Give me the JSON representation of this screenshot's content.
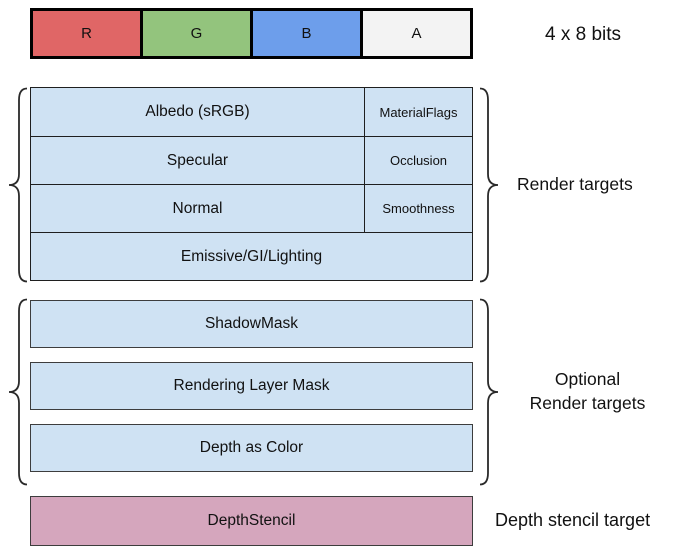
{
  "header": {
    "channels": [
      {
        "label": "R",
        "color": "#e06666"
      },
      {
        "label": "G",
        "color": "#93c47d"
      },
      {
        "label": "B",
        "color": "#6d9eeb"
      },
      {
        "label": "A",
        "color": "#f3f3f3"
      }
    ],
    "bits_label": "4 x 8 bits"
  },
  "render_targets": {
    "label": "Render targets",
    "fill": "#cfe2f3",
    "rows": [
      {
        "main": "Albedo (sRGB)",
        "alpha": "MaterialFlags"
      },
      {
        "main": "Specular",
        "alpha": "Occlusion"
      },
      {
        "main": "Normal",
        "alpha": "Smoothness"
      },
      {
        "main": "Emissive/GI/Lighting",
        "alpha": ""
      }
    ]
  },
  "optional_render_targets": {
    "label_line1": "Optional",
    "label_line2": "Render targets",
    "fill": "#cfe2f3",
    "rows": [
      "ShadowMask",
      "Rendering Layer Mask",
      "Depth as Color"
    ]
  },
  "depth_stencil": {
    "label": "Depth stencil target",
    "fill": "#d5a6bd",
    "row": "DepthStencil"
  }
}
